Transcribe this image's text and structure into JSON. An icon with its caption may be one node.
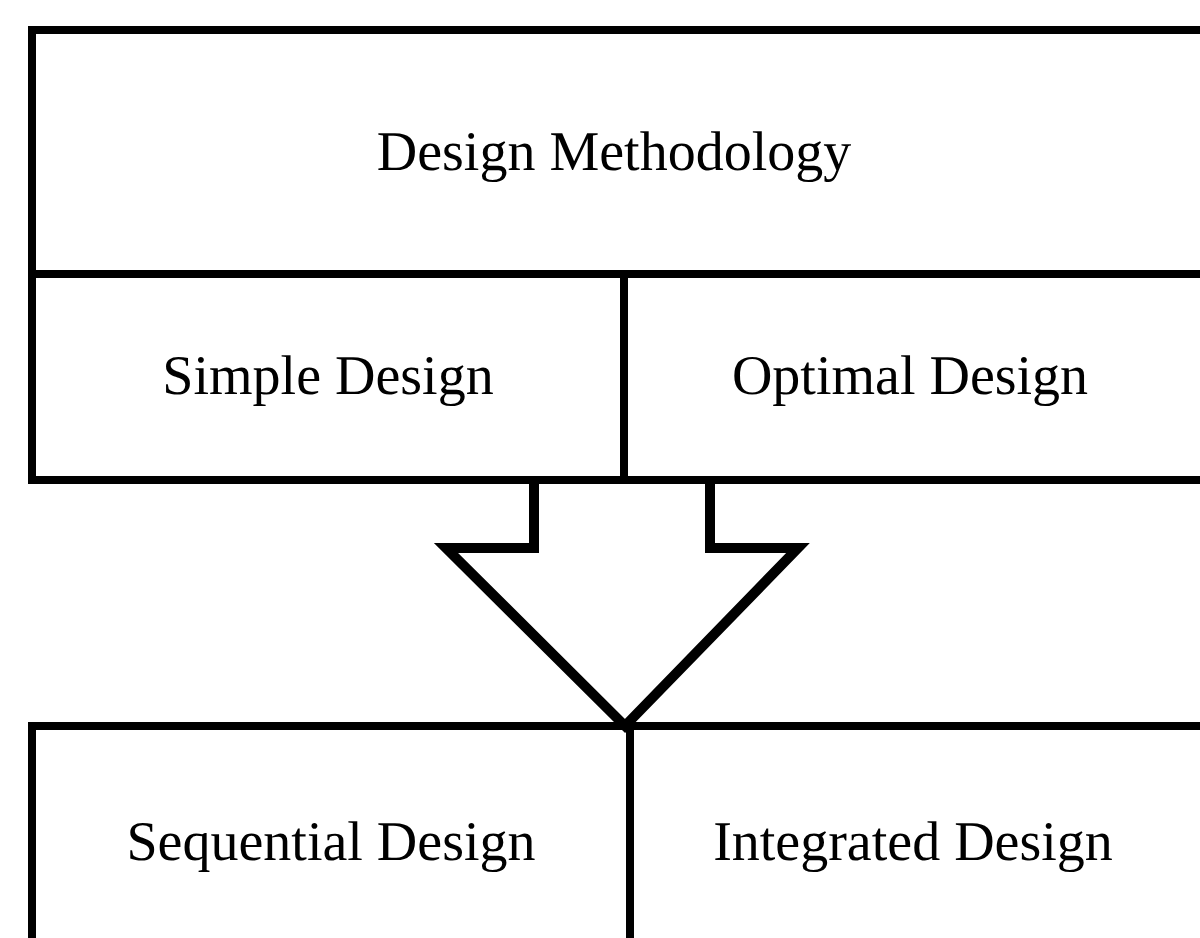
{
  "diagram": {
    "nodes": [
      {
        "text": [
          "Design Methodology"
        ]
      },
      {
        "text": [
          "Simple Design"
        ]
      },
      {
        "text": [
          "Optimal Design"
        ]
      },
      {
        "text": [
          "Sequential Design"
        ]
      },
      {
        "text": [
          "Integrated Design"
        ]
      }
    ],
    "edges": [
      {
        "from": 1,
        "to": 3,
        "arrow": "to"
      },
      {
        "from": 1,
        "to": 4,
        "arrow": "to"
      },
      {
        "from": 2,
        "to": 3,
        "arrow": "to"
      },
      {
        "from": 2,
        "to": 4,
        "arrow": "to"
      }
    ]
  }
}
